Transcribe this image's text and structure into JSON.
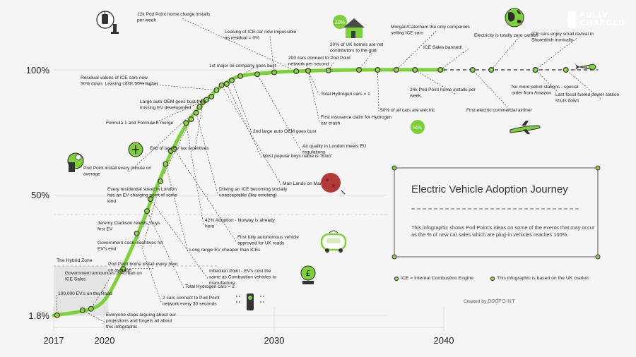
{
  "brand": {
    "line1": "FULLY",
    "line2": "CHARGED"
  },
  "chart_data": {
    "type": "line",
    "title": "Electric Vehicle Adoption Journey",
    "xlim": [
      2017,
      2040
    ],
    "x_ticks": [
      {
        "value": 2017,
        "label": "2017"
      },
      {
        "value": 2020,
        "label": "2020"
      },
      {
        "value": 2030,
        "label": "2030"
      },
      {
        "value": 2040,
        "label": "2040"
      }
    ],
    "y_ticks": [
      {
        "value": 1.8,
        "label": "1.8%"
      },
      {
        "value": 50,
        "label": "50%"
      },
      {
        "value": 100,
        "label": "100%"
      }
    ],
    "series": [
      {
        "curve": [
          [
            2017,
            1.8
          ],
          [
            2019,
            4
          ],
          [
            2020,
            8
          ],
          [
            2021,
            20
          ],
          [
            2022,
            35
          ],
          [
            2023,
            52
          ],
          [
            2024,
            68
          ],
          [
            2025,
            80
          ],
          [
            2026,
            88
          ],
          [
            2027,
            94
          ],
          [
            2028,
            97.5
          ],
          [
            2030,
            99
          ],
          [
            2032,
            99.6
          ],
          [
            2035,
            100
          ],
          [
            2040,
            100
          ]
        ]
      }
    ],
    "projection_x": [
      2040,
      2049.1
    ],
    "hybrid_zone_label": "The Hybrid Zone",
    "events": [
      {
        "x": 2017.2,
        "text": "100,000 EV's on the Road",
        "side": "left"
      },
      {
        "x": 2019.2,
        "text": "Government announces 2040 ban on ICE Sales",
        "side": "left"
      },
      {
        "x": 2018.7,
        "text": "Everyone stops arguing about our projections and forgets all about this infographic",
        "side": "bottom"
      },
      {
        "x": 2021.1,
        "text": "Pod Point home install every hour on average",
        "side": "left"
      },
      {
        "x": 2021.9,
        "text": "2 cars connect to Pod Point network every 30 seconds",
        "side": "right"
      },
      {
        "x": 2022.5,
        "text": "Total Hydrogen cars = 2",
        "side": "right"
      },
      {
        "x": 2022.7,
        "text": "Inflection Point - EV's cost the same as Combustion vehicles to manufacture",
        "side": "right"
      },
      {
        "x": 2023.3,
        "text": "Government cash incentives for EV's end",
        "side": "left"
      },
      {
        "x": 2023.6,
        "text": "Long range EV cheaper than ICEs",
        "side": "right"
      },
      {
        "x": 2023.9,
        "text": "Jeremy Clarkson relents, buys first EV",
        "side": "left"
      },
      {
        "x": 2024.1,
        "text": "First fully autonomous vehicle approved for UK roads",
        "side": "right"
      },
      {
        "x": 2024.8,
        "text": "42% Adoption - Norway is already here",
        "side": "right"
      },
      {
        "x": 2025.1,
        "text": "Every residential street in London has an EV charging point of some kind",
        "side": "left"
      },
      {
        "x": 2025.4,
        "text": "Driving an ICE becoming socially unacceptable (like smoking)",
        "side": "right"
      },
      {
        "x": 2025.6,
        "text": "Pod Point install every minute on average",
        "side": "left"
      },
      {
        "x": 2025.8,
        "text": "End of last EV tax incentives",
        "side": "left"
      },
      {
        "x": 2026.0,
        "text": "Formula 1 and Formula E merge",
        "side": "left"
      },
      {
        "x": 2026.3,
        "text": "Large auto OEM goes bust from missing EV development",
        "side": "left"
      },
      {
        "x": 2026.6,
        "text": "Residual values of ICE cars now 50% down. Leasing costs 50% higher",
        "side": "left"
      },
      {
        "x": 2026.9,
        "text": "Man Lands on Mars",
        "side": "right"
      },
      {
        "x": 2027.2,
        "text": "Most popular boys name is \"Elon\"",
        "side": "right"
      },
      {
        "x": 2027.5,
        "text": "2nd large auto OEM goes bust",
        "side": "right"
      },
      {
        "x": 2028.0,
        "text": "1st major oil company goes bust",
        "side": "top"
      },
      {
        "x": 2029.0,
        "text": "Air quality in London meets EU regulations",
        "side": "right"
      },
      {
        "x": 2030.0,
        "text": "Leasing of ICE car now impossible as residual = 0%",
        "side": "top"
      },
      {
        "x": 2031.3,
        "text": "12k Pod Point home charge installs per week",
        "side": "top"
      },
      {
        "x": 2032.0,
        "text": "Total Hydrogen cars = 1",
        "side": "bottom"
      },
      {
        "x": 2032.0,
        "text": "First insurance claim for Hydrogen car crash",
        "side": "bottom"
      },
      {
        "x": 2033.2,
        "text": "200 cars connect to Pod Point network per second",
        "side": "top"
      },
      {
        "x": 2035.0,
        "text": "20% of UK homes are net contributors to the grid",
        "side": "top"
      },
      {
        "x": 2036.1,
        "text": "50% of all cars are electric",
        "side": "bottom"
      },
      {
        "x": 2037.2,
        "text": "Morgan/Caterham the only companies selling ICE cars",
        "side": "top"
      },
      {
        "x": 2038.3,
        "text": "24k Pod Point home installs per week.",
        "side": "bottom"
      },
      {
        "x": 2039.8,
        "text": "ICE Sales banned!",
        "side": "top"
      },
      {
        "x": 2041.7,
        "text": "First electric commercial airliner",
        "side": "bottom"
      },
      {
        "x": 2042.8,
        "text": "Electricity is totally zero carbon",
        "side": "top"
      },
      {
        "x": 2045.4,
        "text": "No more petrol stations - special order from Amazon",
        "side": "bottom"
      },
      {
        "x": 2045.4,
        "text": "ICE cars enjoy small revival in Shoreditch ironically",
        "side": "top"
      },
      {
        "x": 2047.2,
        "text": "Last fossil fueled power station shuts down",
        "side": "bottom"
      }
    ],
    "colors": {
      "line": "#7ed03a",
      "dot": "#8fd444",
      "dot_stroke": "#3a3a3a",
      "text": "#222222",
      "grid": "#cccccc"
    }
  },
  "info": {
    "title": "Electric Vehicle Adoption Journey",
    "body": "This infographic shows Pod Point's ideas on some of the events that may occur as the % of new car sales which are plug-in vehicles reaches 100%."
  },
  "legend": {
    "ice": "ICE = Internal Combustion Engine",
    "uk": "This infographic is based on the UK market"
  },
  "credit": {
    "prefix": "Created by",
    "logo_a": "pod",
    "logo_b": "POINT"
  },
  "icon_labels": {
    "badge1": "20%",
    "badge2": "50%"
  }
}
